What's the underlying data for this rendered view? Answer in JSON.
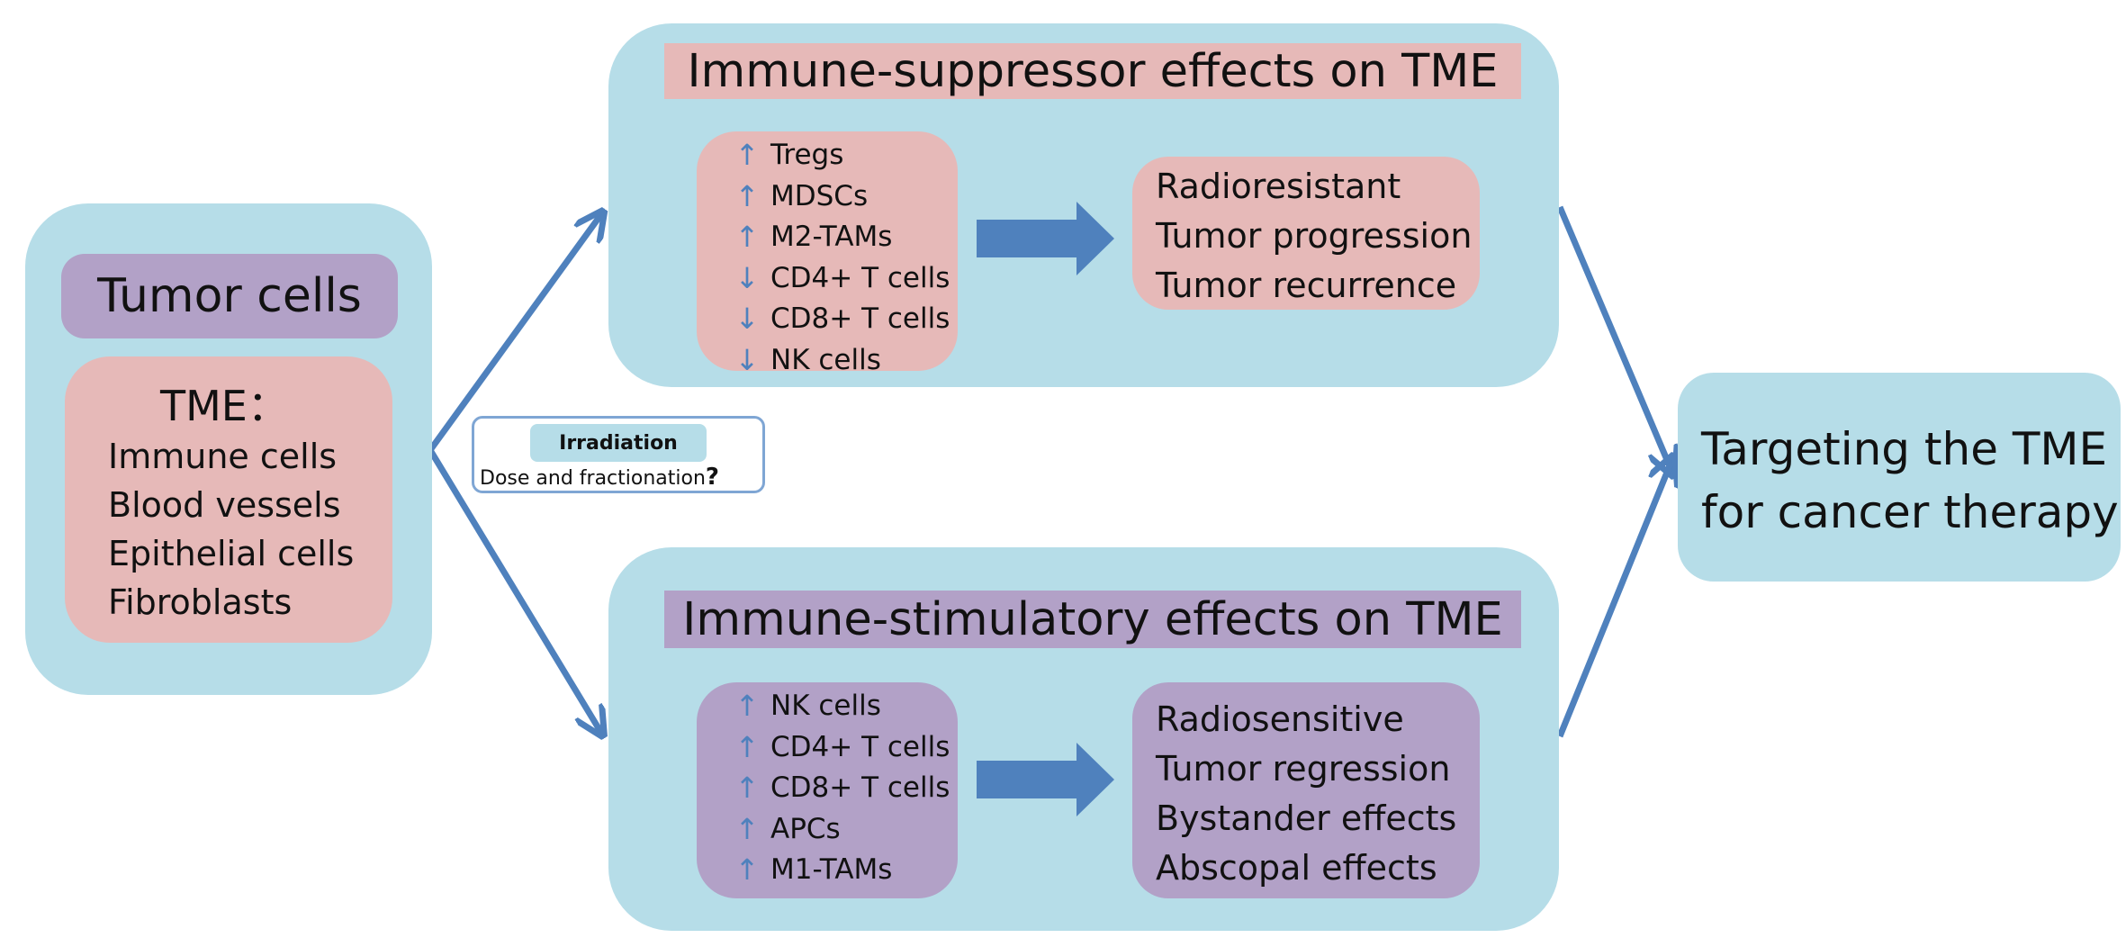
{
  "colors": {
    "panel": "#b6dde8",
    "pink": "#e6b9b8",
    "purple": "#b2a1c7",
    "arrow": "#4f81bd",
    "border": "#7fa6d4"
  },
  "icons": {
    "up": "up-arrow-icon",
    "down": "down-arrow-icon",
    "question": "question-mark"
  },
  "tumor": {
    "title": "Tumor cells",
    "tme_title": "TME：",
    "tme_items": [
      "Immune cells",
      "Blood vessels",
      "Epithelial cells",
      "Fibroblasts"
    ]
  },
  "irradiation": {
    "label": "Irradiation",
    "subtext": "Dose and fractionation",
    "question_mark": "?"
  },
  "suppressor": {
    "title": "Immune-suppressor effects on TME",
    "cells": [
      {
        "dir": "up",
        "symbol": "↑",
        "label": "Tregs"
      },
      {
        "dir": "up",
        "symbol": "↑",
        "label": "MDSCs"
      },
      {
        "dir": "up",
        "symbol": "↑",
        "label": "M2-TAMs"
      },
      {
        "dir": "down",
        "symbol": "↓",
        "label": "CD4+ T cells"
      },
      {
        "dir": "down",
        "symbol": "↓",
        "label": "CD8+ T cells"
      },
      {
        "dir": "down",
        "symbol": "↓",
        "label": "NK cells"
      }
    ],
    "outcomes": [
      "Radioresistant",
      "Tumor progression",
      "Tumor recurrence"
    ]
  },
  "stimulatory": {
    "title": "Immune-stimulatory effects on TME",
    "cells": [
      {
        "dir": "up",
        "symbol": "↑",
        "label": "NK cells"
      },
      {
        "dir": "up",
        "symbol": "↑",
        "label": "CD4+ T cells"
      },
      {
        "dir": "up",
        "symbol": "↑",
        "label": "CD8+ T cells"
      },
      {
        "dir": "up",
        "symbol": "↑",
        "label": "APCs"
      },
      {
        "dir": "up",
        "symbol": "↑",
        "label": "M1-TAMs"
      }
    ],
    "outcomes": [
      "Radiosensitive",
      "Tumor regression",
      "Bystander effects",
      "Abscopal effects"
    ]
  },
  "target": {
    "lines": [
      "Targeting the TME",
      "for cancer therapy"
    ]
  }
}
